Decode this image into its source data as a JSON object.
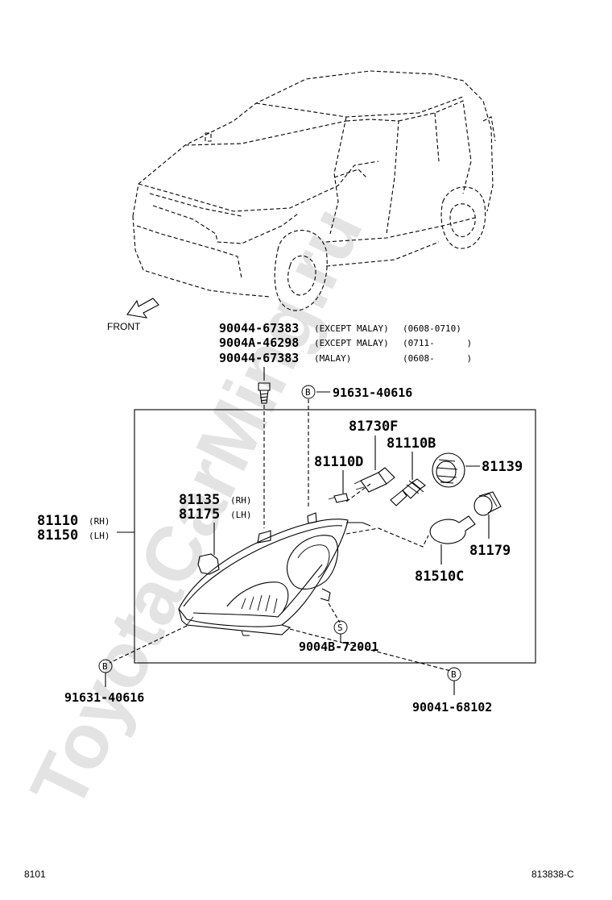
{
  "watermark": "ToyotaCarMing.ru",
  "front_label": "FRONT",
  "screw_labels": [
    {
      "part": "90044-67383",
      "note": "(EXCEPT MALAY)",
      "range": "(0608-0710)"
    },
    {
      "part": "9004A-46298",
      "note": "(EXCEPT MALAY)",
      "range": "(0711-      )"
    },
    {
      "part": "90044-67383",
      "note": "(MALAY)",
      "range": "(0608-      )"
    }
  ],
  "callouts": {
    "clip_top": {
      "marker": "B",
      "part": "91631-40616"
    },
    "socket": "81730F",
    "bulb_main": "81110B",
    "bulb_small": "81110D",
    "cover": "81139",
    "adjuster_rh": "81135",
    "adjuster_rh_suffix": "(RH)",
    "adjuster_lh": "81175",
    "adjuster_lh_suffix": "(LH)",
    "headlamp_rh": "81110",
    "headlamp_rh_suffix": "(RH)",
    "headlamp_lh": "81150",
    "headlamp_lh_suffix": "(LH)",
    "turn_socket": "81179",
    "turn_bulb": "81510C",
    "bolt": {
      "marker": "S",
      "part": "9004B-72001"
    },
    "clip_left": {
      "marker": "B",
      "part": "91631-40616"
    },
    "nut_right": {
      "marker": "B",
      "part": "90041-68102"
    }
  },
  "footer": {
    "left": "8101",
    "right": "813838-C"
  }
}
